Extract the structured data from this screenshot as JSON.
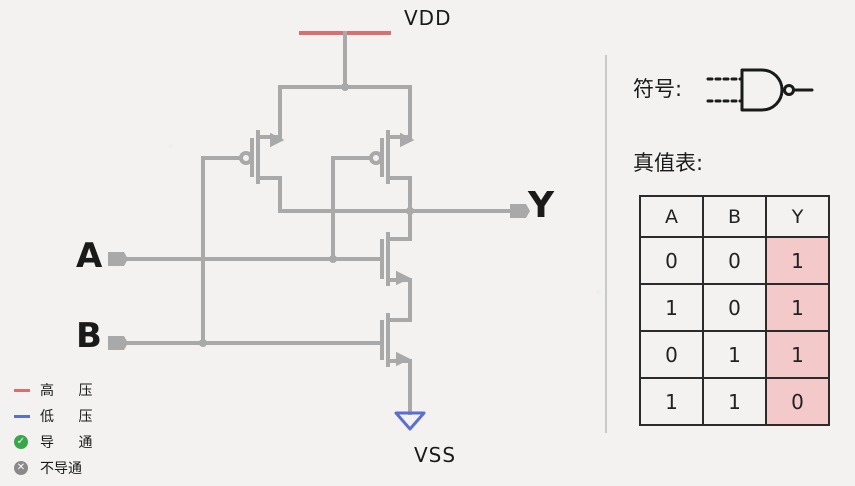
{
  "circuit": {
    "vdd_label": "VDD",
    "vss_label": "VSS",
    "input_a": "A",
    "input_b": "B",
    "output_y": "Y",
    "colors": {
      "wire": "#a9a9a9",
      "vdd_rail": "#d9706f",
      "ground": "#5b6fd1"
    }
  },
  "side_panel": {
    "symbol_label": "符号:",
    "symbol_icon": "nand-gate-icon",
    "truth_table_title": "真值表:",
    "truth_table": {
      "headers": [
        "A",
        "B",
        "Y"
      ],
      "rows": [
        [
          "0",
          "0",
          "1"
        ],
        [
          "1",
          "0",
          "1"
        ],
        [
          "0",
          "1",
          "1"
        ],
        [
          "1",
          "1",
          "0"
        ]
      ],
      "highlight_color": "#f4c9c9"
    }
  },
  "legend": [
    {
      "label": "高 压",
      "marker": "red-line",
      "color": "#d9706f"
    },
    {
      "label": "低 压",
      "marker": "blue-line",
      "color": "#5b6fd1"
    },
    {
      "label": "导 通",
      "marker": "check-circle-icon",
      "color": "#3aa64a"
    },
    {
      "label": "不导通",
      "marker": "x-circle-icon",
      "color": "#8a8a8a"
    }
  ]
}
